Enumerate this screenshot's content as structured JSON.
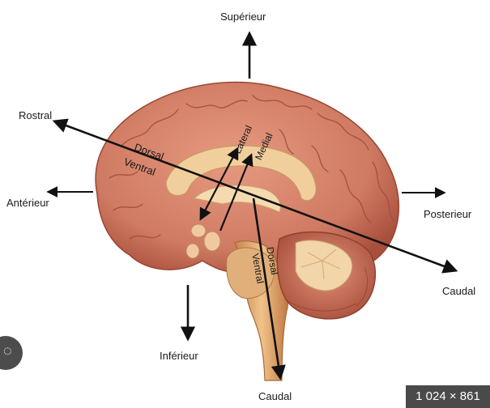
{
  "labels": {
    "superieur": "Supérieur",
    "inferieur": "Inférieur",
    "anterieur": "Antérieur",
    "posterieur": "Posterieur",
    "rostral": "Rostral",
    "caudal_right": "Caudal",
    "caudal_bottom": "Caudal",
    "dorsal_diag": "Dorsal",
    "ventral_diag": "Ventral",
    "lateral": "Lateral",
    "medial": "Medial",
    "dorsal_vert": "Dorsal",
    "ventral_vert": "Ventral"
  },
  "image_size_badge": "1 024 × 861",
  "icons": {
    "visual_search": "lens-icon"
  },
  "colors": {
    "cortex": "#cf7a62",
    "cortex_dark": "#a84f3c",
    "corpus": "#f1cf9c",
    "brainstem": "#d9a064",
    "cerebellum": "#c6694e",
    "arrow": "#111111"
  }
}
